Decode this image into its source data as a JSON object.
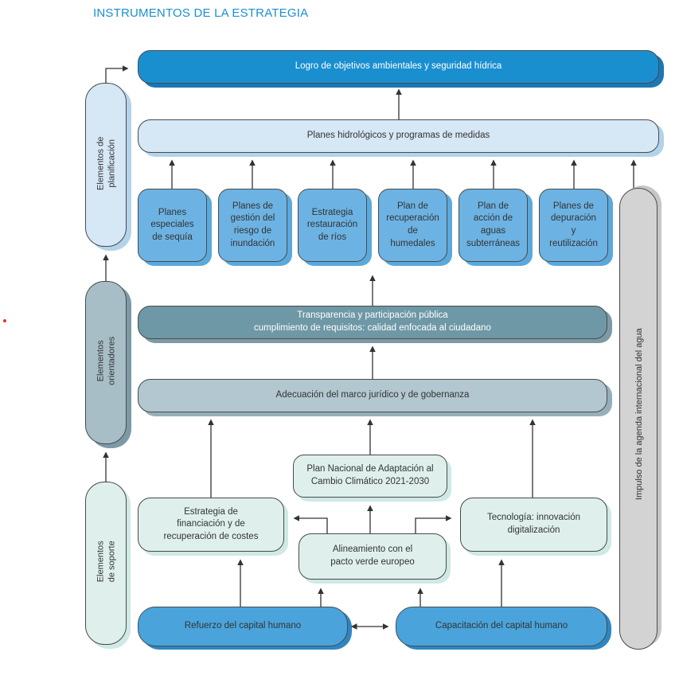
{
  "title": "INSTRUMENTOS DE LA ESTRATEGIA",
  "side": {
    "planificacion": [
      "Elementos de",
      "planificación"
    ],
    "orientadores": [
      "Elementos",
      "orientadores"
    ],
    "soporte": [
      "Elementos",
      "de soporte"
    ],
    "impulso": "Impulso de la agenda internacional del agua"
  },
  "top": "Logro de objetivos ambientales y seguridad hídrica",
  "planes": "Planes hidrológicos y programas de medidas",
  "small": [
    [
      "Planes",
      "especiales",
      "de sequía"
    ],
    [
      "Planes de",
      "gestión del",
      "riesgo de",
      "inundación"
    ],
    [
      "Estrategia",
      "restauración",
      "de ríos"
    ],
    [
      "Plan de",
      "recuperación",
      "de",
      "humedales"
    ],
    [
      "Plan de",
      "acción de",
      "aguas",
      "subterráneas"
    ],
    [
      "Planes de",
      "depuración",
      "y",
      "reutilización"
    ]
  ],
  "transparencia": [
    "Transparencia y participación pública",
    "cumplimiento de requisitos: calidad enfocada al ciudadano"
  ],
  "adecuacion": "Adecuación del marco jurídico y de gobernanza",
  "pna": [
    "Plan Nacional de Adaptación al",
    "Cambio Climático 2021-2030"
  ],
  "financiacion": [
    "Estrategia de",
    "financiación y de",
    "recuperación de costes"
  ],
  "tecnologia": [
    "Tecnología: innovación",
    "digitalización"
  ],
  "alineamiento": [
    "Alineamiento con el",
    "pacto verde europeo"
  ],
  "refuerzo": "Refuerzo del capital humano",
  "capacitacion": "Capacitación del capital humano",
  "colors": {
    "title": "#1a8fd0",
    "top": "#1a8fd0",
    "planes": "#d6e7f5",
    "small": "#6cb3e3",
    "transparencia": "#6e98a5",
    "adecuacion": "#b2c7cf",
    "pale": "#dff0ec",
    "bottom": "#4aa4db",
    "plan_label": "#d6e7f5",
    "orient_label": "#a7bec7",
    "soporte_label": "#dff0ec",
    "impulso": "#d3d3d3"
  }
}
